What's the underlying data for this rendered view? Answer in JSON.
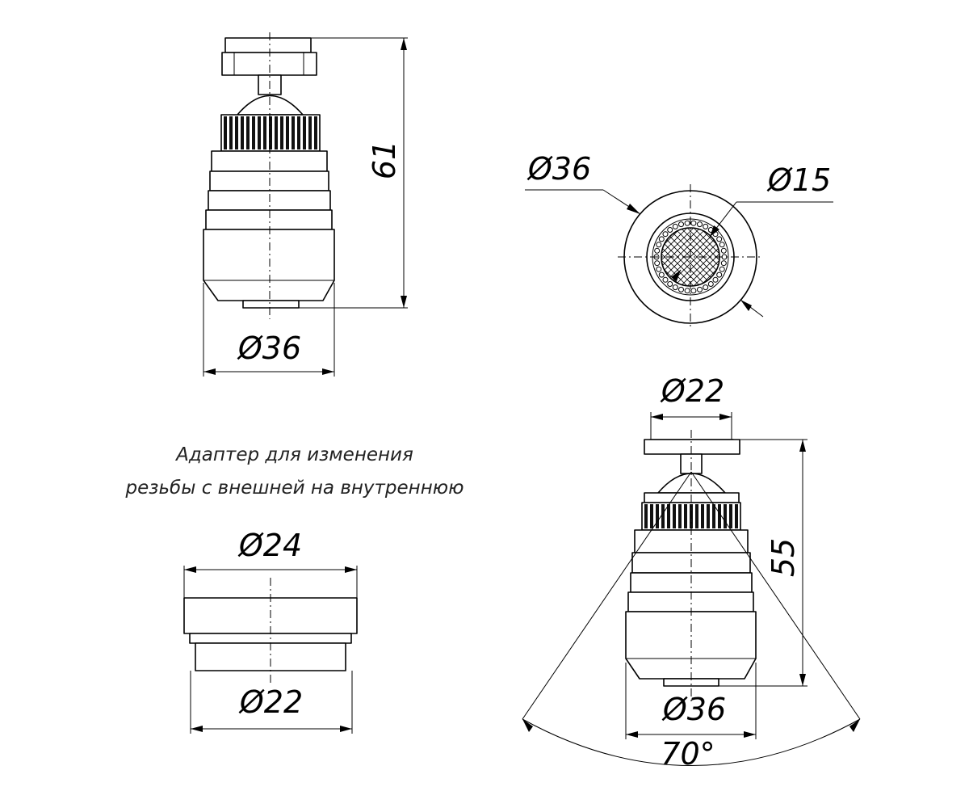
{
  "dimensions": {
    "top_height": "61",
    "top_diameter": "Ø36",
    "end_outer_diameter": "Ø36",
    "end_inner_diameter": "Ø15",
    "adapter_outer_diameter": "Ø24",
    "adapter_inner_diameter": "Ø22",
    "side_top_diameter": "Ø22",
    "side_height": "55",
    "side_bottom_diameter": "Ø36",
    "swivel_angle": "70°"
  },
  "caption": {
    "line1": "Адаптер для изменения",
    "line2": "резьбы с внешней на внутреннюю"
  }
}
